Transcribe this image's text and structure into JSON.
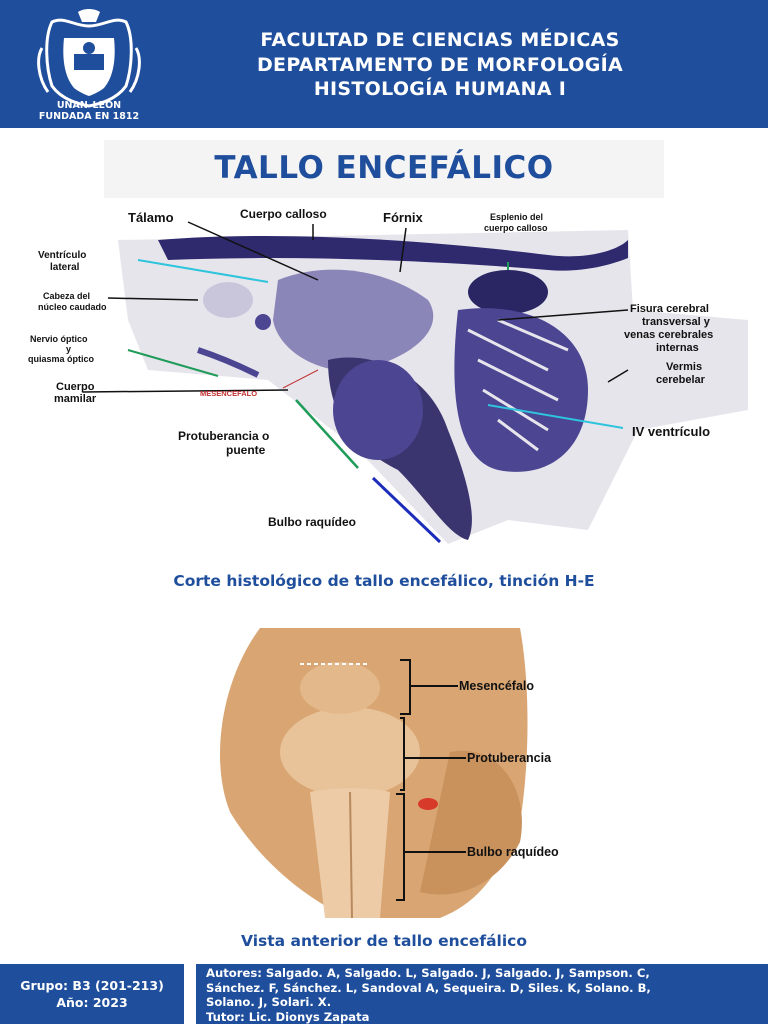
{
  "header": {
    "logo_text_line1": "UNAN–LEÓN",
    "logo_text_line2": "FUNDADA EN 1812",
    "title_line1": "FACULTAD DE CIENCIAS MÉDICAS",
    "title_line2": "DEPARTAMENTO DE MORFOLOGÍA",
    "title_line3": "HISTOLOGÍA HUMANA I"
  },
  "page_title": "TALLO ENCEFÁLICO",
  "figure1": {
    "labels": {
      "talamo": "Tálamo",
      "cuerpo_calloso": "Cuerpo calloso",
      "fornix": "Fórnix",
      "esplenio_1": "Esplenio del",
      "esplenio_2": "cuerpo calloso",
      "ventriculo_1": "Ventrículo",
      "ventriculo_2": "lateral",
      "cabeza_1": "Cabeza del",
      "cabeza_2": "núcleo caudado",
      "nervio_1": "Nervio óptico",
      "nervio_2": "y",
      "nervio_3": "quiasma óptico",
      "mamilar_1": "Cuerpo",
      "mamilar_2": "mamilar",
      "mesencefalo": "MESENCÉFALO",
      "protuberancia_1": "Protuberancia o",
      "protuberancia_2": "puente",
      "bulbo": "Bulbo raquídeo",
      "fisura_1": "Fisura cerebral",
      "fisura_2": "transversal y",
      "fisura_3": "venas cerebrales",
      "fisura_4": "internas",
      "vermis_1": "Vermis",
      "vermis_2": "cerebelar",
      "iv_ventriculo": "IV ventrículo"
    },
    "caption": "Corte histológico de tallo encefálico, tinción H-E"
  },
  "figure2": {
    "labels": {
      "mesencefalo": "Mesencéfalo",
      "protuberancia": "Protuberancia",
      "bulbo": "Bulbo raquídeo"
    },
    "caption": "Vista anterior de tallo encefálico"
  },
  "footer": {
    "grupo": "Grupo: B3 (201-213)",
    "anio": "Año: 2023",
    "autores_line1": "Autores: Salgado. A, Salgado. L, Salgado. J, Salgado. J,  Sampson. C,",
    "autores_line2": "Sánchez. F, Sánchez. L, Sandoval A, Sequeira. D, Siles. K, Solano. B,",
    "autores_line3": "Solano. J, Solari. X.",
    "tutor": "Tutor: Lic. Dionys Zapata"
  },
  "colors": {
    "brand_blue": "#1f4e9c",
    "stain_purple": "#4b4592",
    "anatomy_tan": "#d9a673"
  }
}
